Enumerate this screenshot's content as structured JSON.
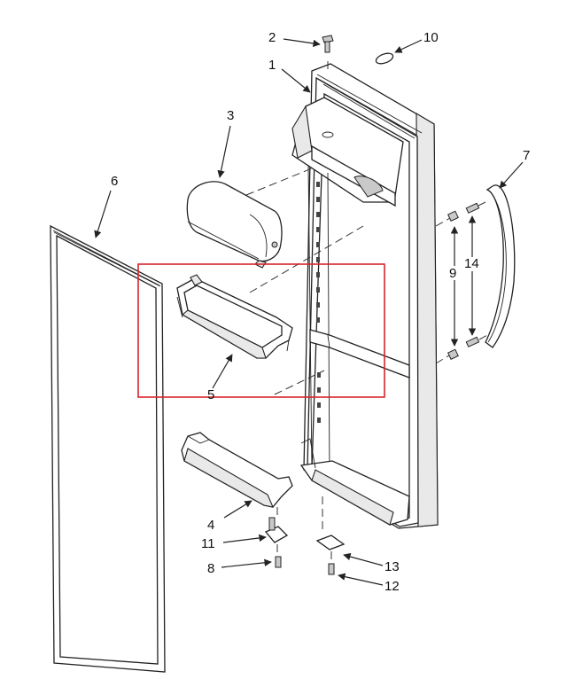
{
  "callouts": [
    {
      "id": "1",
      "text": "1"
    },
    {
      "id": "2",
      "text": "2"
    },
    {
      "id": "3",
      "text": "3"
    },
    {
      "id": "4",
      "text": "4"
    },
    {
      "id": "5",
      "text": "5"
    },
    {
      "id": "6",
      "text": "6"
    },
    {
      "id": "7",
      "text": "7"
    },
    {
      "id": "8",
      "text": "8"
    },
    {
      "id": "9",
      "text": "9"
    },
    {
      "id": "10",
      "text": "10"
    },
    {
      "id": "11",
      "text": "11"
    },
    {
      "id": "12",
      "text": "12"
    },
    {
      "id": "13",
      "text": "13"
    },
    {
      "id": "14",
      "text": "14"
    }
  ],
  "colors": {
    "highlight": "#d9232b",
    "ink": "#222222"
  }
}
